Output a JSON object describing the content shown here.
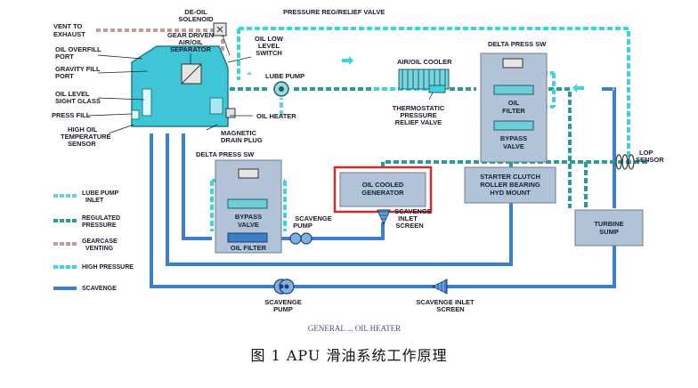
{
  "labels": {
    "vent_to_exhaust": [
      "VENT TO",
      "EXHAUST"
    ],
    "de_oil_solenoid": [
      "DE-OIL",
      "SOLENOID"
    ],
    "pressure_reg_relief": "PRESSURE REG/RELIEF VALVE",
    "oil_overfill_port": [
      "OIL OVERFILL",
      "PORT"
    ],
    "gravity_fill_port": [
      "GRAVITY FILL",
      "PORT"
    ],
    "oil_level_sight_glass": [
      "OIL LEVEL",
      "SIGHT GLASS"
    ],
    "press_fill": "PRESS FILL",
    "high_oil_temp_sensor": [
      "HIGH OIL",
      "TEMPERATURE",
      "SENSOR"
    ],
    "gear_driven_separator": [
      "GEAR DRIVEN",
      "AIR/OIL",
      "SEPARATOR"
    ],
    "oil_low_level_switch": [
      "OIL LOW",
      "LEVEL",
      "SWITCH"
    ],
    "lube_pump": "LUBE PUMP",
    "oil_heater": "OIL HEATER",
    "magnetic_drain_plug": [
      "MAGNETIC",
      "DRAIN PLUG"
    ],
    "air_oil_cooler": "AIR/OIL COOLER",
    "thermostatic_valve": [
      "THERMOSTATIC",
      "PRESSURE",
      "RELIEF VALVE"
    ],
    "delta_press_sw_right": "DELTA PRESS  SW",
    "oil_filter_right": [
      "OIL",
      "FILTER"
    ],
    "bypass_valve_right": [
      "BYPASS",
      "VALVE"
    ],
    "lop_sensor": [
      "LOP",
      "SENSOR"
    ],
    "delta_press_sw_left": "DELTA PRESS  SW",
    "bypass_valve_left": [
      "BYPASS",
      "VALVE"
    ],
    "oil_filter_left": "OIL FILTER",
    "scavenge_pump_upper": [
      "SCAVENGE",
      "PUMP"
    ],
    "oil_cooled_generator": [
      "OIL COOLED",
      "GENERATOR"
    ],
    "scavenge_inlet_screen_upper": [
      "SCAVENGE",
      "INLET",
      "SCREEN"
    ],
    "starter_clutch": [
      "STARTER CLUTCH",
      "ROLLER BEARING",
      "HYD MOUNT"
    ],
    "turbine_sump": [
      "TURBINE",
      "SUMP"
    ],
    "scavenge_pump_lower": [
      "SCAVENGE",
      "PUMP"
    ],
    "scavenge_inlet_screen_lower": [
      "SCAVENGE INLET",
      "SCREEN"
    ]
  },
  "legend": [
    {
      "label": [
        "LUBE PUMP",
        "INLET"
      ],
      "color": "#6fcfd8",
      "style": "dashed"
    },
    {
      "label": [
        "REGULATED",
        "PRESSURE"
      ],
      "color": "#2e9a96",
      "style": "dashed"
    },
    {
      "label": [
        "GEARCASE",
        "VENTING"
      ],
      "color": "#c79a9a",
      "style": "dashed"
    },
    {
      "label": [
        "HIGH PRESSURE"
      ],
      "color": "#3fd3df",
      "style": "dashed"
    },
    {
      "label": [
        "SCAVENGE"
      ],
      "color": "#3d7fc8",
      "style": "solid"
    }
  ],
  "footer": "GENERAL ... OIL HEATER",
  "caption": "图 1 APU 滑油系统工作原理",
  "colors": {
    "lube_inlet": "#6fcfd8",
    "regulated": "#2e9a96",
    "venting": "#c79a9a",
    "high_pressure": "#3fd3df",
    "scavenge": "#3d7fc8",
    "highlight": "#d42a2a",
    "box_fill": "#b3c3d7",
    "tank_fill": "#3ec6d6"
  }
}
